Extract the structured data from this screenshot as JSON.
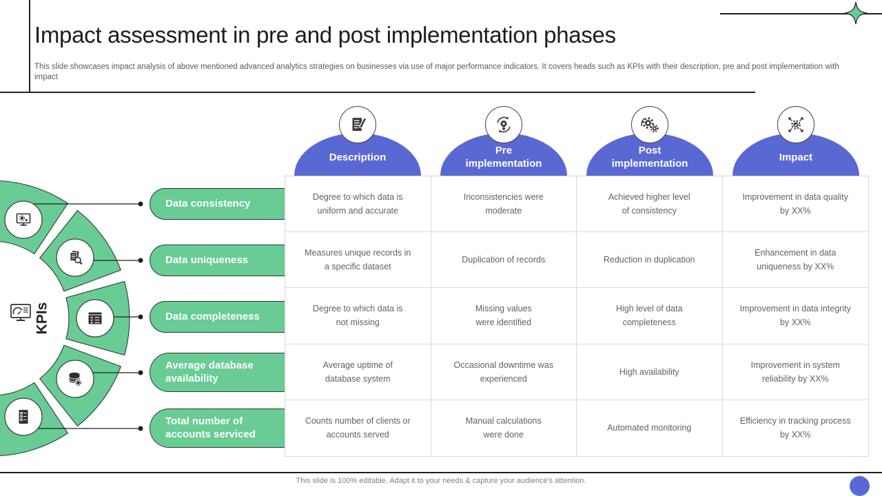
{
  "header": {
    "title": "Impact assessment in pre and post implementation phases",
    "subtitle": "This slide showcases impact analysis of above mentioned advanced analytics strategies on businesses via use of major performance indicators. It covers heads such as KPIs with their description, pre and post implementation with impact"
  },
  "hub": {
    "label": "KPIs",
    "center_icon": "dashboard-monitor-icon",
    "segment_icons": [
      "monitor-gear-icon",
      "documents-search-icon",
      "checklist-window-icon",
      "database-gear-icon",
      "document-checklist-icon"
    ]
  },
  "columns": [
    {
      "label": "Description",
      "icon": "notepad-pencil-icon"
    },
    {
      "label": "Pre\nimplementation",
      "icon": "bulb-gear-refresh-icon"
    },
    {
      "label": "Post\nimplementation",
      "icon": "gears-process-icon"
    },
    {
      "label": "Impact",
      "icon": "target-gear-arrows-icon"
    }
  ],
  "kpis": [
    {
      "label": "Data consistency",
      "description": "Degree to which data is\nuniform and accurate",
      "pre": "Inconsistencies were\nmoderate",
      "post": "Achieved higher level\nof consistency",
      "impact": "Improvement in data quality\nby XX%"
    },
    {
      "label": "Data uniqueness",
      "description": "Measures unique records in\na specific dataset",
      "pre": "Duplication of records",
      "post": "Reduction in duplication",
      "impact": "Enhancement in data\nuniqueness by XX%"
    },
    {
      "label": "Data completeness",
      "description": "Degree to which data is\nnot missing",
      "pre": "Missing values\nwere identified",
      "post": "High level of data\ncompleteness",
      "impact": "Improvement in data integrity\nby XX%"
    },
    {
      "label": "Average database\navailability",
      "description": "Average uptime of\ndatabase system",
      "pre": "Occasional downtime was\nexperienced",
      "post": "High availability",
      "impact": "Improvement in system\nreliability by XX%"
    },
    {
      "label": "Total number of\naccounts serviced",
      "description": "Counts number of clients or\naccounts served",
      "pre": "Manual calculations\nwere done",
      "post": "Automated monitoring",
      "impact": "Efficiency in tracking process\nby XX%"
    }
  ],
  "footer": {
    "note": "This slide is 100% editable. Adapt it to your needs & capture your audience's attention."
  },
  "colors": {
    "green": "#68cc94",
    "blue": "#5a68d4"
  }
}
